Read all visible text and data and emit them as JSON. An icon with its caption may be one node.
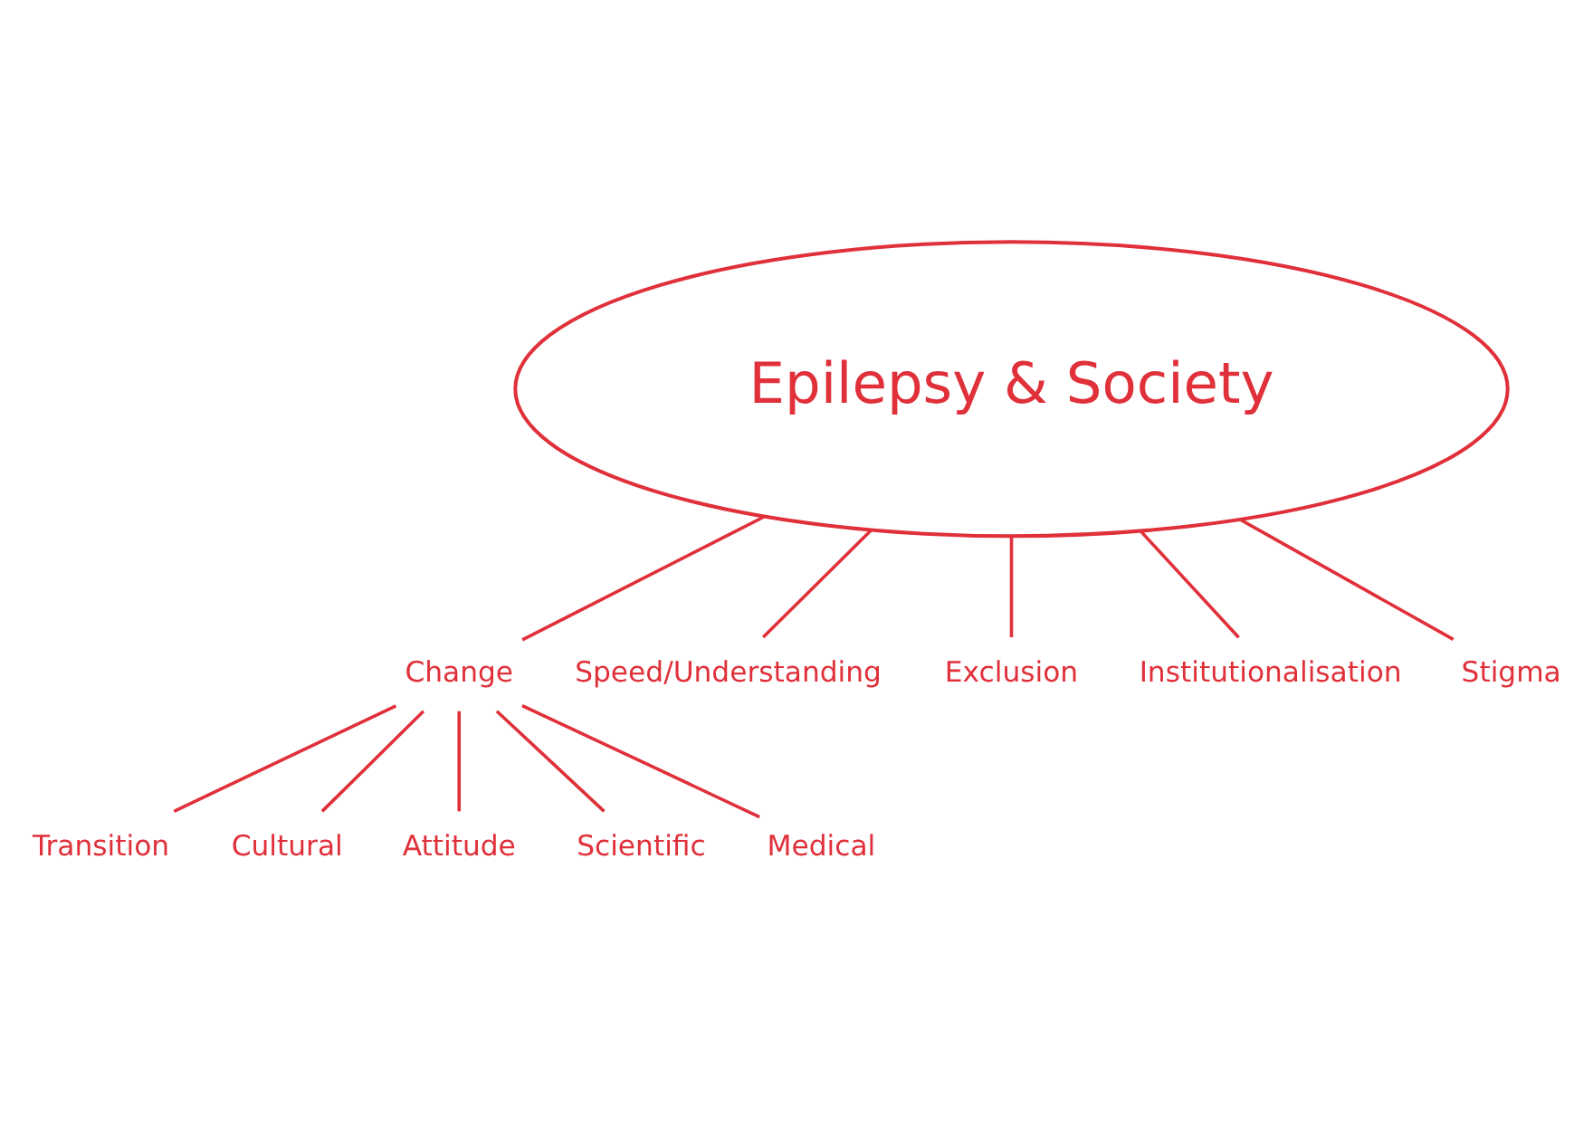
{
  "diagram": {
    "nodes": [
      {
        "text": [
          "Epilepsy & Society"
        ]
      },
      {
        "text": [
          "Change"
        ]
      },
      {
        "text": [
          "Transition"
        ]
      },
      {
        "text": [
          "Cultural"
        ]
      },
      {
        "text": [
          "Attitude"
        ]
      },
      {
        "text": [
          "Scientific"
        ]
      },
      {
        "text": [
          "Medical"
        ]
      },
      {
        "text": [
          "Speed/Understanding"
        ]
      },
      {
        "text": [
          "Exclusion"
        ]
      },
      {
        "text": [
          "Institutionalisation"
        ]
      },
      {
        "text": [
          "Stigma"
        ]
      }
    ],
    "edges": [
      {
        "from": 0,
        "to": 1,
        "arrow": "none"
      },
      {
        "from": 1,
        "to": 2,
        "arrow": "none"
      },
      {
        "from": 1,
        "to": 3,
        "arrow": "none"
      },
      {
        "from": 1,
        "to": 4,
        "arrow": "none"
      },
      {
        "from": 1,
        "to": 5,
        "arrow": "none"
      },
      {
        "from": 1,
        "to": 6,
        "arrow": "none"
      },
      {
        "from": 0,
        "to": 7,
        "arrow": "none"
      },
      {
        "from": 0,
        "to": 8,
        "arrow": "none"
      },
      {
        "from": 0,
        "to": 9,
        "arrow": "none"
      },
      {
        "from": 0,
        "to": 10,
        "arrow": "none"
      }
    ]
  }
}
